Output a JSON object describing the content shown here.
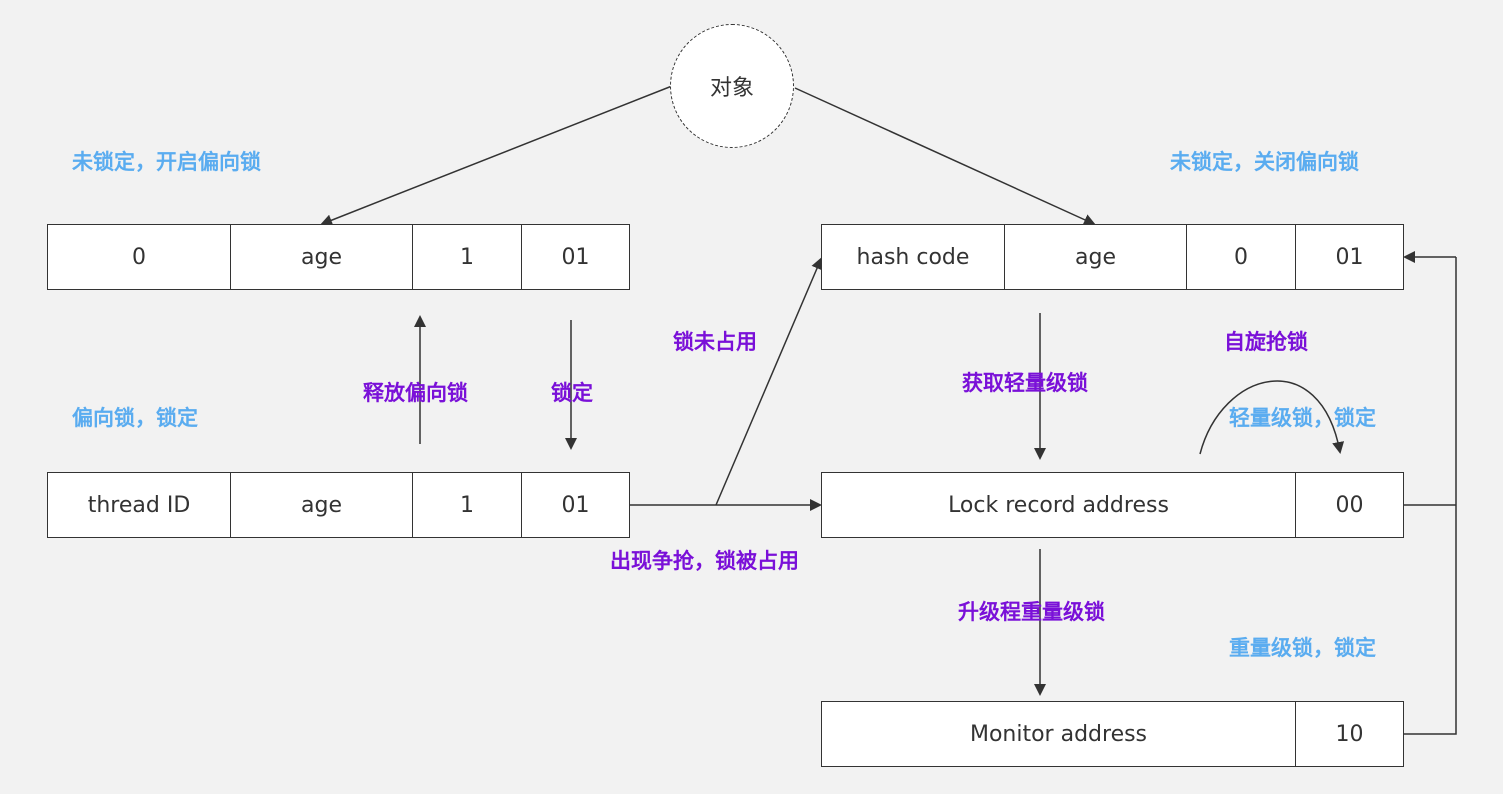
{
  "object_node": "对象",
  "rows": {
    "biased_unlocked": [
      "0",
      "age",
      "1",
      "01"
    ],
    "normal_unlocked": [
      "hash code",
      "age",
      "0",
      "01"
    ],
    "biased_locked": [
      "thread ID",
      "age",
      "1",
      "01"
    ],
    "lightweight": [
      "Lock record address",
      "00"
    ],
    "heavyweight": [
      "Monitor address",
      "10"
    ]
  },
  "state_labels": {
    "unlocked_biased_enabled": "未锁定，开启偏向锁",
    "unlocked_biased_disabled": "未锁定，关闭偏向锁",
    "biased_locked": "偏向锁，锁定",
    "lightweight_locked": "轻量级锁，锁定",
    "heavyweight_locked": "重量级锁，锁定"
  },
  "transition_labels": {
    "release_biased": "释放偏向锁",
    "lock": "锁定",
    "lock_unused": "锁未占用",
    "contention": "出现争抢，锁被占用",
    "acquire_lightweight": "获取轻量级锁",
    "spin": "自旋抢锁",
    "upgrade_heavyweight": "升级程重量级锁"
  },
  "colors": {
    "state_label": "#5aacf0",
    "transition_label": "#7a10d8",
    "line": "#333333",
    "box_fill": "#ffffff",
    "background": "#f2f2f2"
  }
}
